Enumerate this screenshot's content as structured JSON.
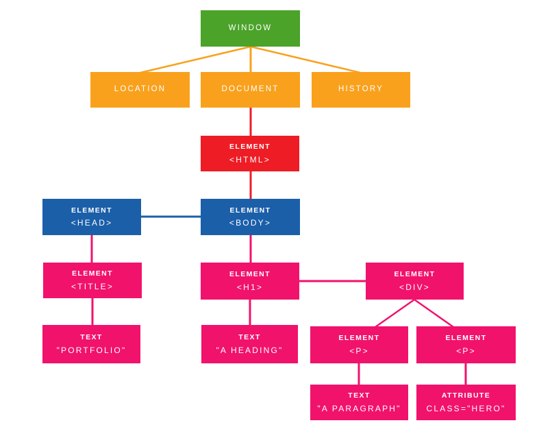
{
  "palette": {
    "green": "#4BA32A",
    "orange": "#F9A11D",
    "red": "#EE1C25",
    "blue": "#1B5FA9",
    "pink": "#F1126C",
    "background": "#FFFFFF",
    "node_text": "#FFFFFF"
  },
  "diagram": {
    "nodes": {
      "window": {
        "label": "WINDOW"
      },
      "location": {
        "label": "LOCATION"
      },
      "document": {
        "label": "DOCUMENT"
      },
      "history": {
        "label": "HISTORY"
      },
      "html": {
        "type": "ELEMENT",
        "value": "<HTML>"
      },
      "head": {
        "type": "ELEMENT",
        "value": "<HEAD>"
      },
      "body": {
        "type": "ELEMENT",
        "value": "<BODY>"
      },
      "title": {
        "type": "ELEMENT",
        "value": "<TITLE>"
      },
      "h1": {
        "type": "ELEMENT",
        "value": "<H1>"
      },
      "div": {
        "type": "ELEMENT",
        "value": "<DIV>"
      },
      "text_portfolio": {
        "type": "TEXT",
        "value": "\"PORTFOLIO\""
      },
      "text_heading": {
        "type": "TEXT",
        "value": "\"A HEADING\""
      },
      "p1": {
        "type": "ELEMENT",
        "value": "<P>"
      },
      "p2": {
        "type": "ELEMENT",
        "value": "<P>"
      },
      "text_paragraph": {
        "type": "TEXT",
        "value": "\"A PARAGRAPH\""
      },
      "attribute": {
        "type": "ATTRIBUTE",
        "value": "CLASS=\"HERO\""
      }
    },
    "edges": [
      {
        "from": "window",
        "to": "location"
      },
      {
        "from": "window",
        "to": "document"
      },
      {
        "from": "window",
        "to": "history"
      },
      {
        "from": "document",
        "to": "html"
      },
      {
        "from": "html",
        "to": "body"
      },
      {
        "from": "head",
        "to": "body"
      },
      {
        "from": "head",
        "to": "title"
      },
      {
        "from": "title",
        "to": "text_portfolio"
      },
      {
        "from": "body",
        "to": "h1"
      },
      {
        "from": "h1",
        "to": "text_heading"
      },
      {
        "from": "h1",
        "to": "div"
      },
      {
        "from": "div",
        "to": "p1"
      },
      {
        "from": "div",
        "to": "p2"
      },
      {
        "from": "p1",
        "to": "text_paragraph"
      },
      {
        "from": "p2",
        "to": "attribute"
      }
    ]
  }
}
